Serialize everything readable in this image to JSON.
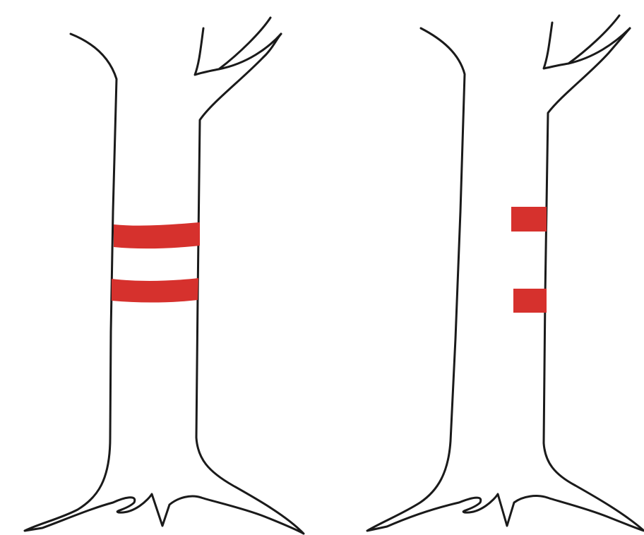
{
  "figure": {
    "panels": [
      {
        "id": "left",
        "marking": "double-band",
        "marks": 2
      },
      {
        "id": "right",
        "marking": "double-patch",
        "marks": 2
      }
    ]
  },
  "colors": {
    "background": "#ffffff",
    "outline": "#1a1a1a",
    "mark": "#d6312d"
  }
}
